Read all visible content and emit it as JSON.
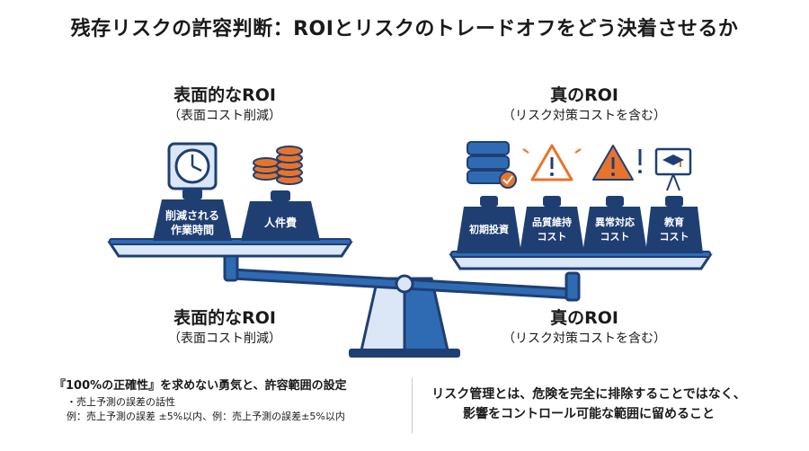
{
  "title": "残存リスクの許容判断：ROIとリスクのトレードオフをどう決着させるか",
  "left": {
    "heading": "表面的なROI",
    "subheading": "（表面コスト削減）",
    "weights": [
      "削減される\n作業時間",
      "人件費"
    ],
    "icons": [
      "clock-icon",
      "coins-icon"
    ]
  },
  "right": {
    "heading": "真のROI",
    "subheading": "（リスク対策コストを含む）",
    "weights": [
      "初期投資",
      "品質維持\nコスト",
      "異常対応\nコスト",
      "教育\nコスト"
    ],
    "icons": [
      "database-check-icon",
      "warning-icon",
      "alert-icon",
      "graduation-board-icon"
    ]
  },
  "bottom_left_labels": {
    "left_heading": "表面的なROI",
    "left_subheading": "（表面コスト削減）",
    "right_heading": "真のROI",
    "right_subheading": "（リスク対策コストを含む）"
  },
  "notes": {
    "heading": "『100%の正確性』を求めない勇気と、許容範囲の設定",
    "lines": [
      "・売上予測の誤差の話性",
      "例：売上予測の誤差 ±5%以内、例：売上予測の誤差±5%以内"
    ]
  },
  "conclusion": {
    "line1": "リスク管理とは、危険を完全に排除することではなく、",
    "line2": "影響をコントロール可能な範囲に留めること"
  },
  "colors": {
    "navy": "#1f3f73",
    "blue": "#2f6bb3",
    "light_blue": "#dbe7f6",
    "orange": "#e8742c"
  }
}
